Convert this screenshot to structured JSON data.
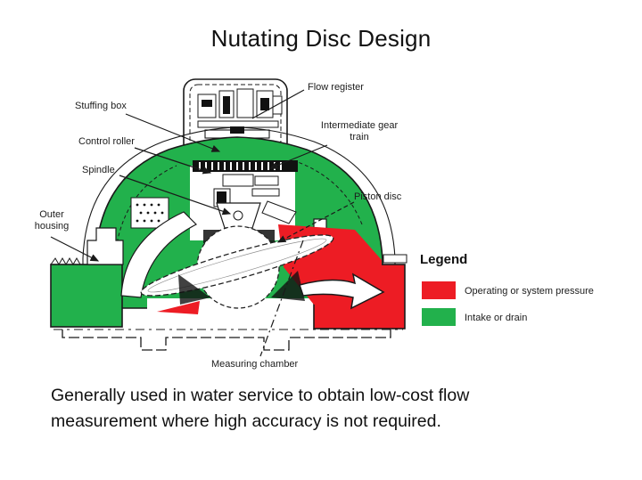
{
  "title": "Nutating Disc Design",
  "diagram": {
    "labels": {
      "flow_register": "Flow register",
      "stuffing_box": "Stuffing box",
      "control_roller": "Control roller",
      "spindle": "Spindle",
      "outer_housing": "Outer housing",
      "intermediate_gear_train": "Intermediate gear train",
      "piston_disc": "Piston disc",
      "measuring_chamber": "Measuring chamber"
    },
    "colors": {
      "pressure_red": "#ED1C24",
      "intake_green": "#22B14C",
      "line_black": "#1a1a1a"
    }
  },
  "legend": {
    "title": "Legend",
    "items": [
      {
        "label": "Operating or system pressure",
        "color": "#ED1C24"
      },
      {
        "label": "Intake or drain",
        "color": "#22B14C"
      }
    ]
  },
  "caption": "Generally used in water service to obtain low-cost flow measurement where high accuracy is not required."
}
